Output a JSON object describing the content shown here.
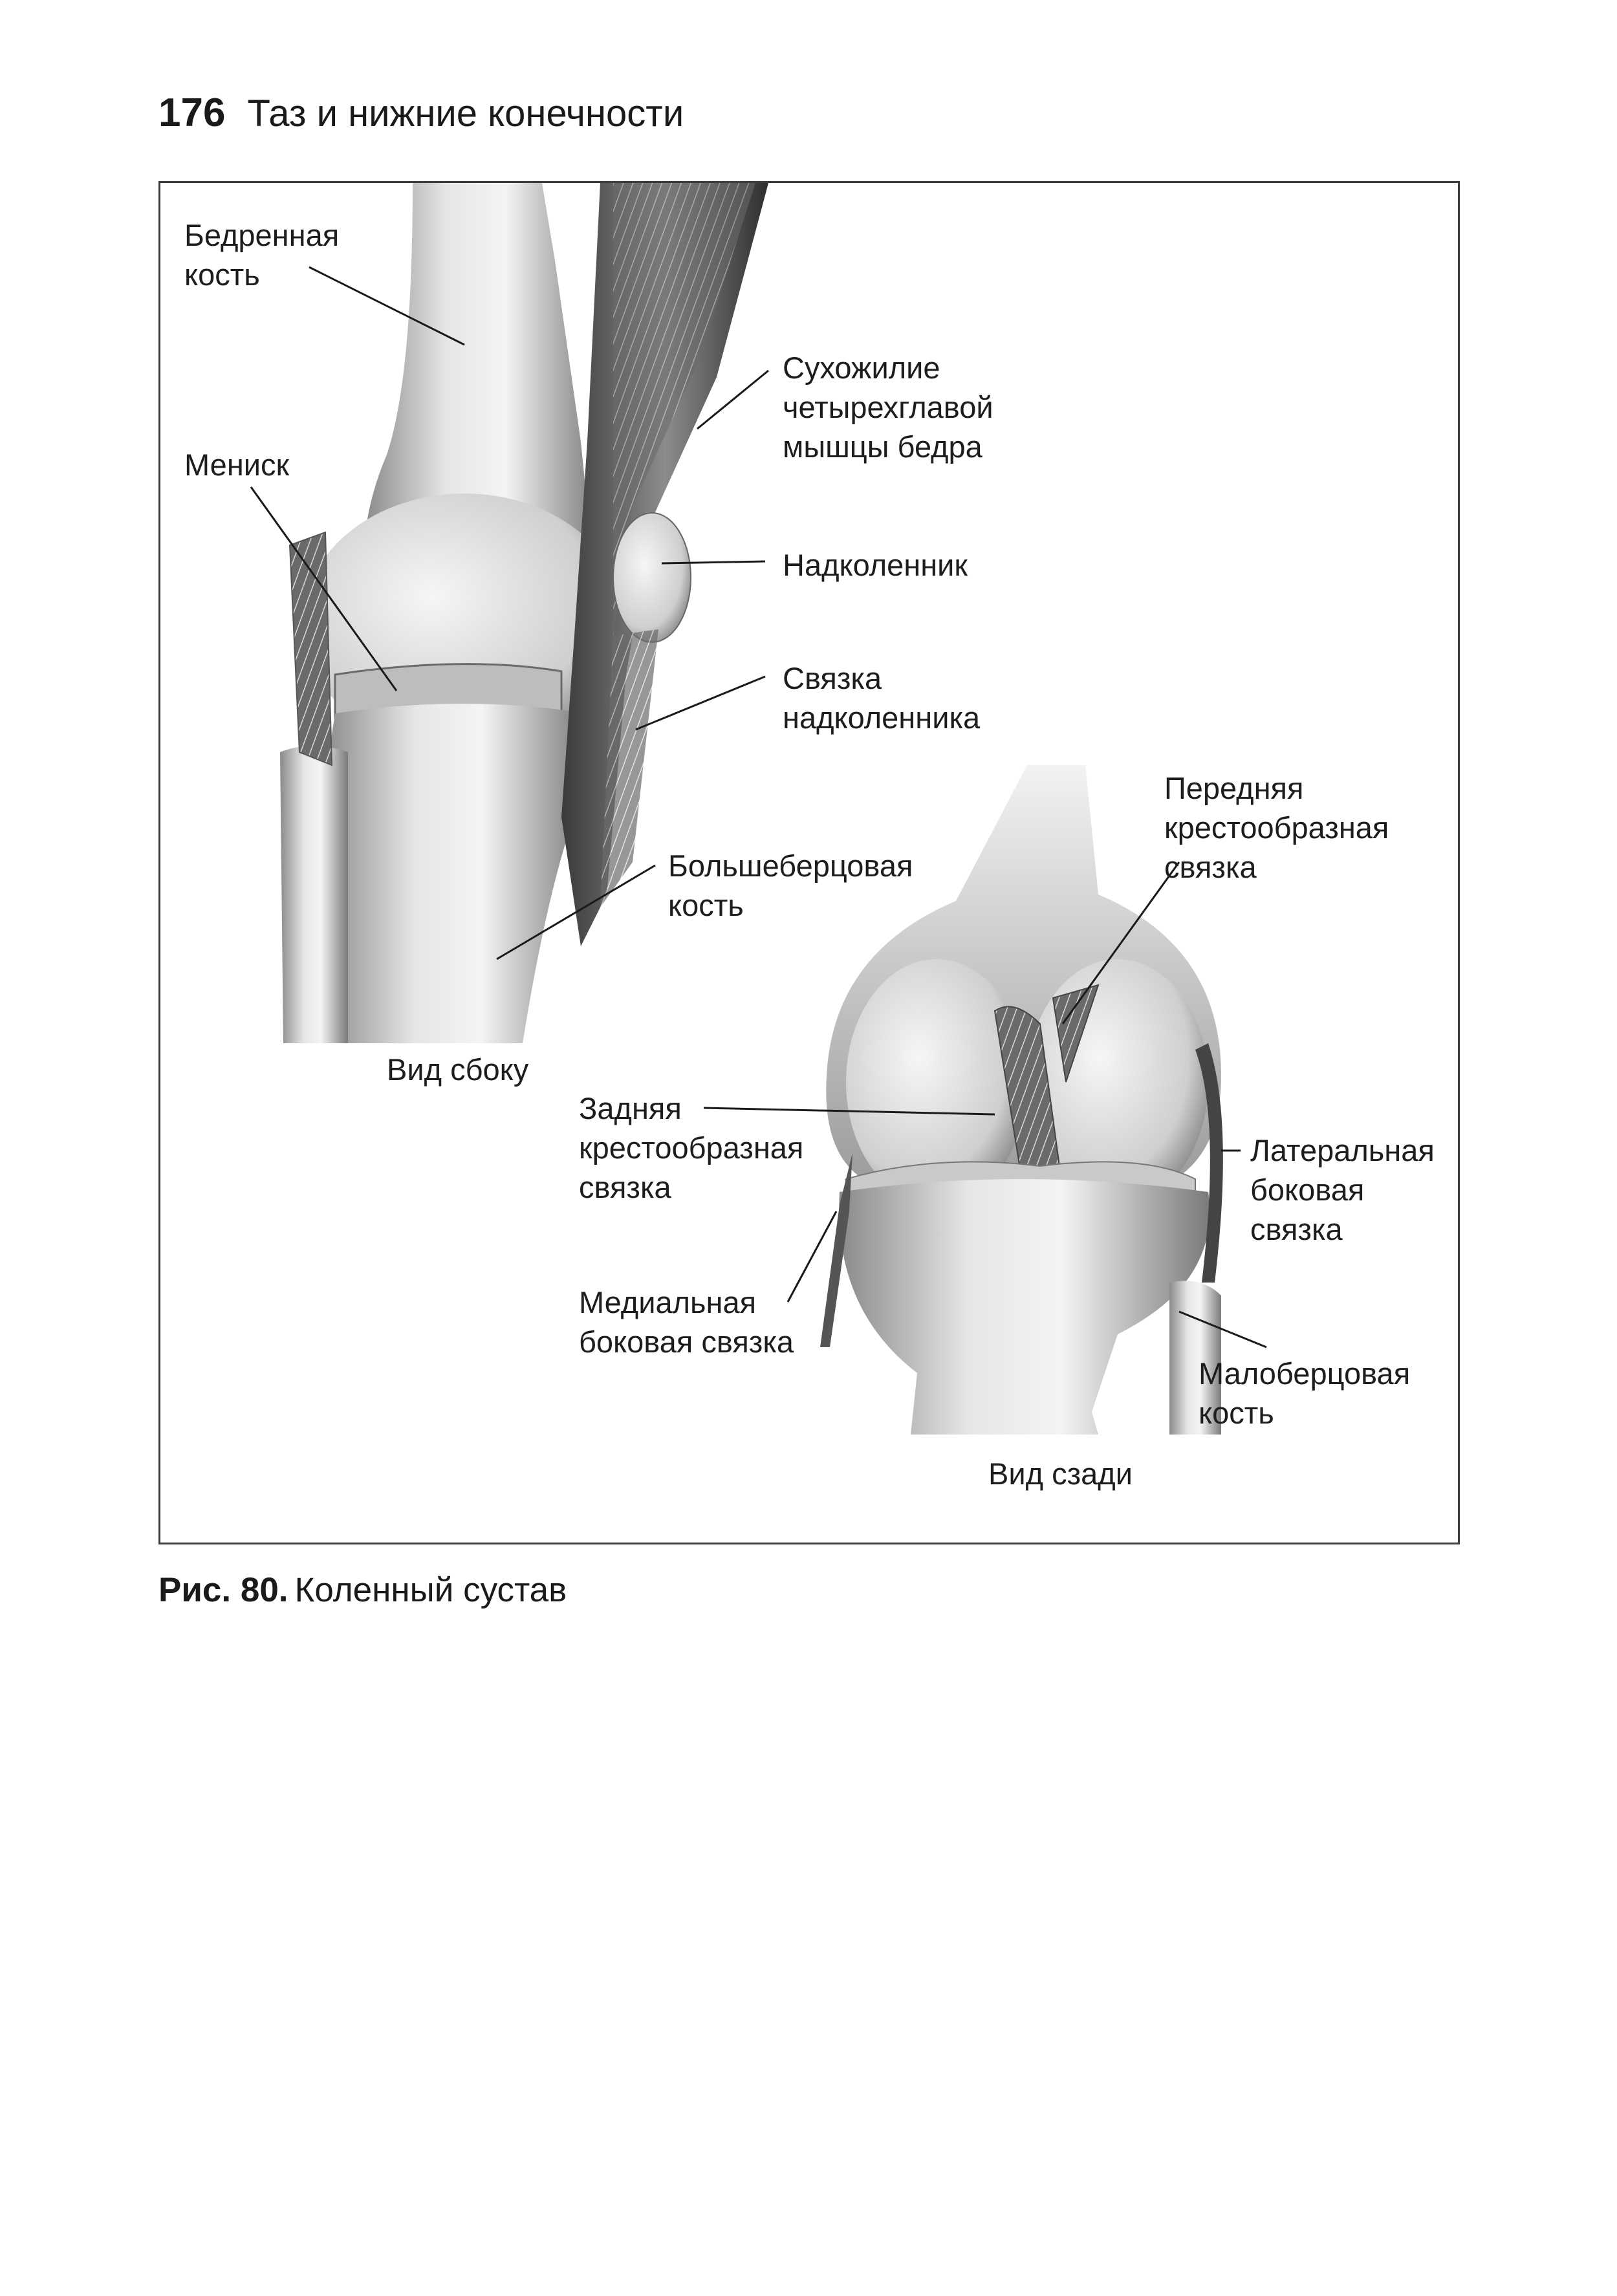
{
  "header": {
    "page_number": "176",
    "section_title": "Таз и нижние конечности"
  },
  "figure": {
    "labels": {
      "femur": "Бедренная\nкость",
      "quadriceps_tendon": "Сухожилие\nчетырехглавой\nмышцы бедра",
      "meniscus": "Мениск",
      "patella": "Надколенник",
      "patellar_ligament": "Связка\nнадколенника",
      "tibia": "Большеберцовая\nкость",
      "anterior_cruciate": "Передняя\nкрестообразная\nсвязка",
      "posterior_cruciate": "Задняя\nкрестообразная\nсвязка",
      "lateral_collateral": "Латеральная\nбоковая\nсвязка",
      "medial_collateral": "Медиальная\nбоковая связка",
      "fibula": "Малоберцовая\nкость"
    },
    "views": {
      "side": "Вид сбоку",
      "back": "Вид сзади"
    }
  },
  "caption": {
    "figure_number": "Рис. 80.",
    "title": "Коленный сустав"
  }
}
